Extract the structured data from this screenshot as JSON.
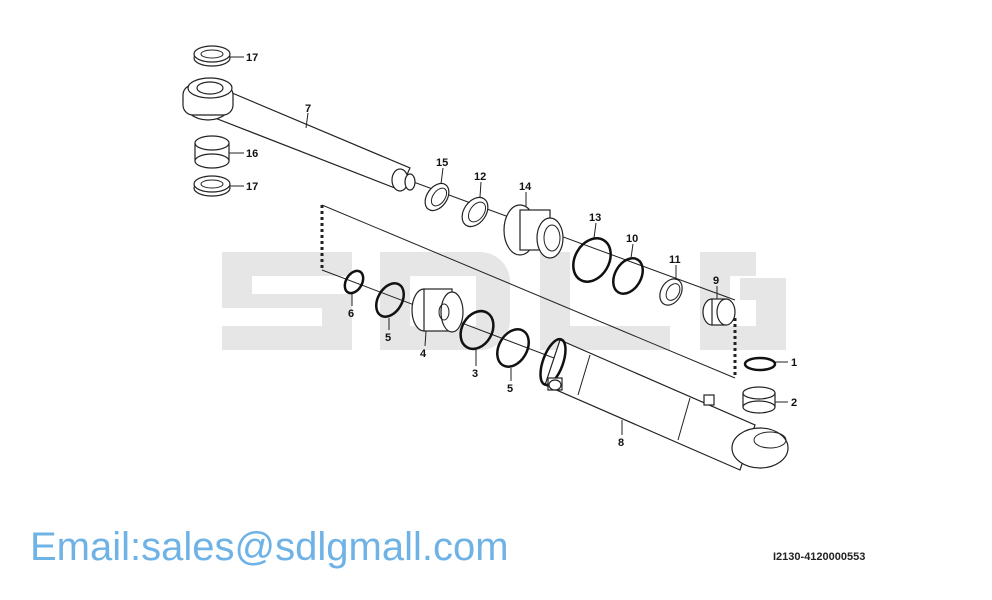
{
  "watermark": {
    "brand": "SDLG",
    "email": "Email:sales@sdlgmall.com"
  },
  "drawing_code": "I2130-4120000553",
  "callouts": {
    "c17a": "17",
    "c7": "7",
    "c16": "16",
    "c17b": "17",
    "c15": "15",
    "c12": "12",
    "c14": "14",
    "c13": "13",
    "c10": "10",
    "c11": "11",
    "c9": "9",
    "c6": "6",
    "c5a": "5",
    "c4": "4",
    "c3": "3",
    "c5b": "5",
    "c8": "8",
    "c1": "1",
    "c2": "2"
  }
}
